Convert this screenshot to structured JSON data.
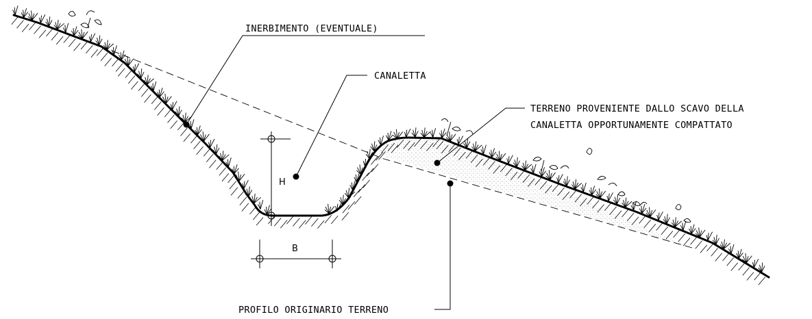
{
  "labels": {
    "inerbimento": "INERBIMENTO (EVENTUALE)",
    "canaletta": "CANALETTA",
    "terreno_line1": "TERRENO PROVENIENTE DALLO SCAVO DELLA",
    "terreno_line2": "CANALETTA OPPORTUNAMENTE COMPATTATO",
    "profilo": "PROFILO ORIGINARIO TERRENO"
  },
  "dimensions": {
    "height": "H",
    "base": "B"
  },
  "colors": {
    "line": "#000000",
    "fill": "#bdbdbd"
  }
}
